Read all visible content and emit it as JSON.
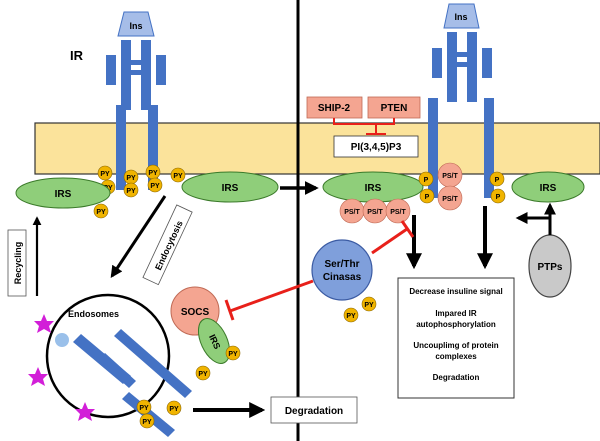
{
  "labels": {
    "ins": "Ins",
    "ir": "IR",
    "ship2": "SHIP-2",
    "pten": "PTEN",
    "pip3": "PI(3,4,5)P3",
    "irs": "IRS",
    "py": "PY",
    "p": "P",
    "pst": "PS/T",
    "recycling": "Recycling",
    "endocytosis": "Endocytosis",
    "endosomes": "Endosomes",
    "socs": "SOCS",
    "serthr_line1": "Ser/Thr",
    "serthr_line2": "Cinasas",
    "ptps": "PTPs",
    "degradation": "Degradation"
  },
  "outcomes": {
    "line1": "Decrease insuline signal",
    "line2": "Impared IR",
    "line3": "autophosphorylation",
    "line4": "Uncouplimg of protein",
    "line5": "complexes",
    "line6": "Degradation"
  },
  "colors": {
    "membrane": "#fbe39b",
    "receptor": "#4472c4",
    "irs_fill": "#8fce7a",
    "phospho": "#f0b400",
    "kinase": "#7f9fdb",
    "socs": "#f4a591",
    "inhibit": "#e8201a",
    "ptp": "#c9c9c9"
  }
}
